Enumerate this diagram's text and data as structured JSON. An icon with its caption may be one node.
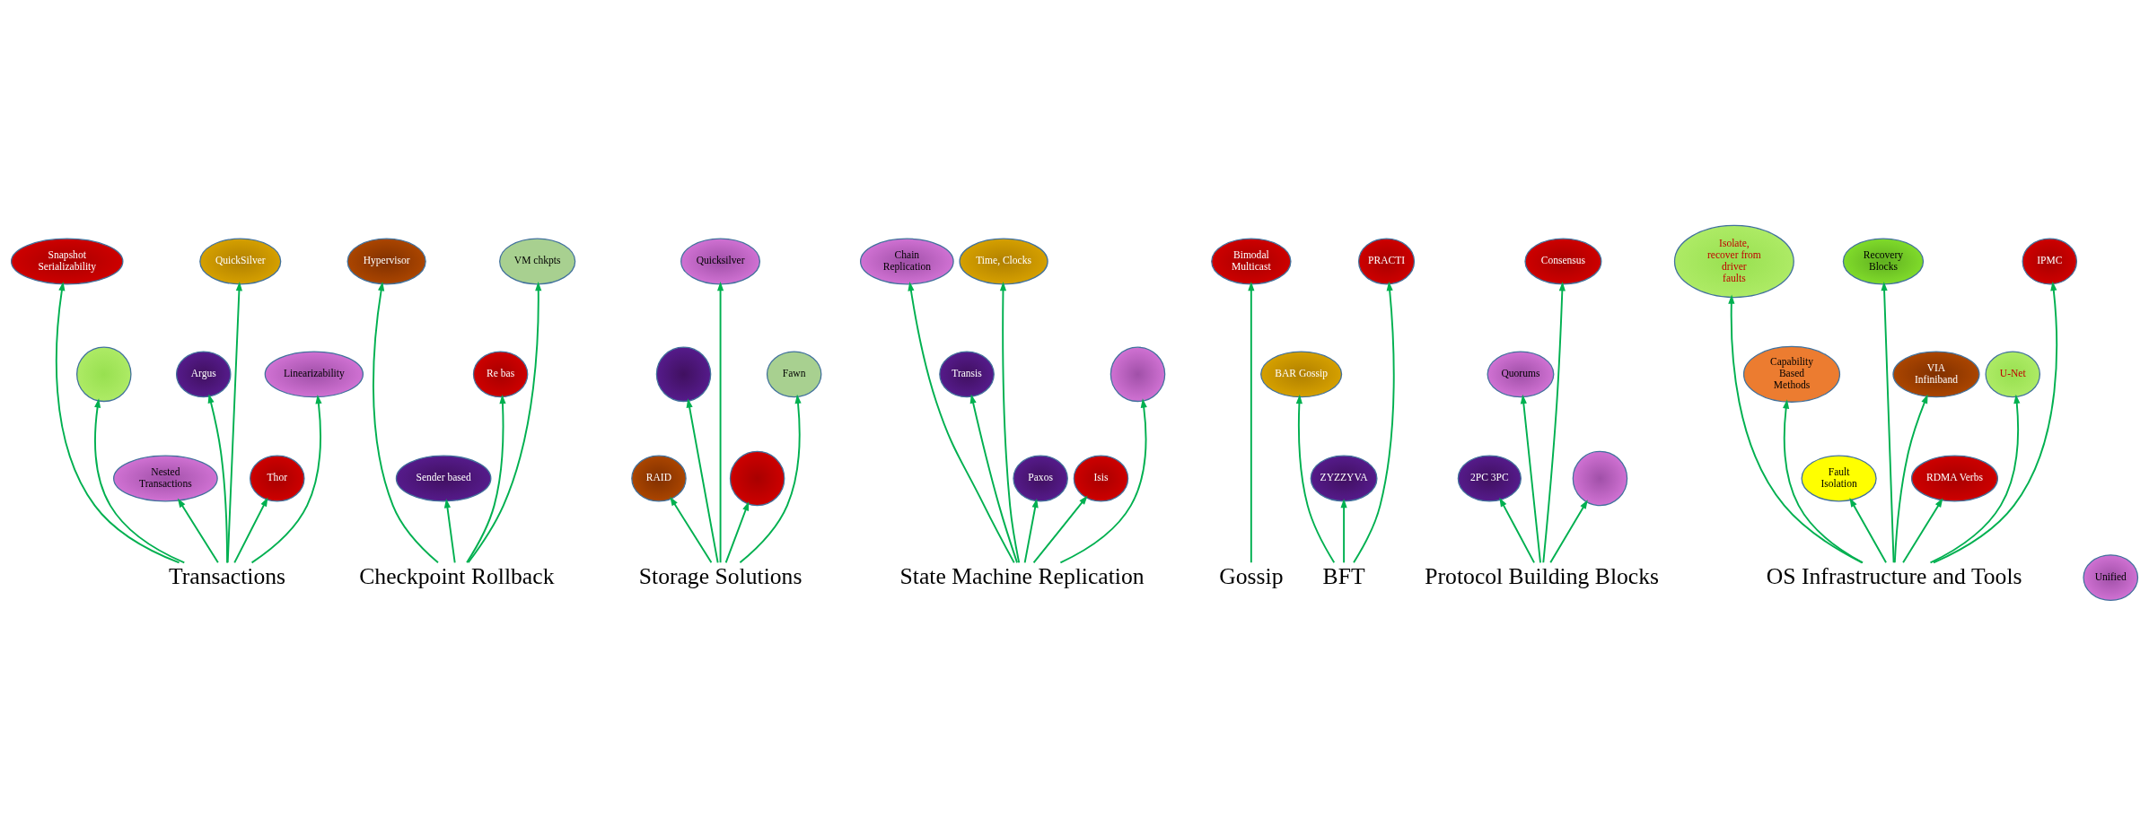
{
  "diagram": {
    "nodes": [
      {
        "text": [
          "Transactions"
        ]
      },
      {
        "text": [
          "Checkpoint Rollback"
        ]
      },
      {
        "text": [
          "Storage Solutions"
        ]
      },
      {
        "text": [
          "State Machine Replication"
        ]
      },
      {
        "text": [
          "Gossip"
        ]
      },
      {
        "text": [
          "BFT"
        ]
      },
      {
        "text": [
          "Protocol Building Blocks"
        ]
      },
      {
        "text": [
          "OS Infrastructure and Tools"
        ]
      },
      {
        "text": [
          "Snapshot Serializability"
        ]
      },
      {
        "text": [],
        "shape": "circle"
      },
      {
        "text": [
          "Nested Transactions"
        ]
      },
      {
        "text": [
          "Argus"
        ]
      },
      {
        "text": [
          "QuickSilver"
        ]
      },
      {
        "text": [
          "Hypervisor"
        ]
      },
      {
        "text": [
          "Thor"
        ]
      },
      {
        "text": [
          "Linearizability"
        ]
      },
      {
        "text": [
          "Sender based"
        ]
      },
      {
        "text": [
          "Unified"
        ]
      },
      {
        "text": [
          "RAID"
        ]
      },
      {
        "text": [
          "Re bas"
        ]
      },
      {
        "text": [],
        "shape": "circle"
      },
      {
        "text": [
          "VM chkpts"
        ]
      },
      {
        "text": [
          "Quicksilver"
        ]
      },
      {
        "text": [],
        "shape": "circle"
      },
      {
        "text": [
          "Fawn"
        ]
      },
      {
        "text": [
          "Chain Replication"
        ]
      },
      {
        "text": [
          "Isolate, recover from driver faults"
        ]
      },
      {
        "text": [
          "Transis"
        ]
      },
      {
        "text": [
          "Time, Clocks"
        ]
      },
      {
        "text": [
          "Paxos"
        ]
      },
      {
        "text": [
          "Isis"
        ]
      },
      {
        "text": [],
        "shape": "circle"
      },
      {
        "text": [
          "Bimodal Multicast"
        ]
      },
      {
        "text": [
          "BAR Gossip"
        ]
      },
      {
        "text": [
          "ZYZZYVA"
        ]
      },
      {
        "text": [
          "PRACTI"
        ]
      },
      {
        "text": [
          "2PC 3PC"
        ]
      },
      {
        "text": [
          "Quorums"
        ]
      },
      {
        "text": [
          "Consensus"
        ]
      },
      {
        "text": [],
        "shape": "circle"
      },
      {
        "text": [
          "Capability Based Methods"
        ]
      },
      {
        "text": [
          "Fault Isolation"
        ]
      },
      {
        "text": [
          "Recovery Blocks"
        ]
      },
      {
        "text": [
          "VIA Infiniband"
        ]
      },
      {
        "text": [
          "RDMA Verbs"
        ]
      },
      {
        "text": [
          "U-Net"
        ]
      },
      {
        "text": [
          "IPMC"
        ]
      }
    ],
    "edges": [
      {
        "from": 0,
        "to": 9,
        "arrow": "to"
      },
      {
        "from": 0,
        "to": 8,
        "arrow": "to"
      },
      {
        "from": 0,
        "to": 10,
        "arrow": "to"
      },
      {
        "from": 0,
        "to": 11,
        "arrow": "to"
      },
      {
        "from": 0,
        "to": 12,
        "arrow": "to"
      },
      {
        "from": 0,
        "to": 14,
        "arrow": "to"
      },
      {
        "from": 0,
        "to": 15,
        "arrow": "to"
      },
      {
        "from": 1,
        "to": 13,
        "arrow": "to"
      },
      {
        "from": 1,
        "to": 16,
        "arrow": "to"
      },
      {
        "from": 1,
        "to": 19,
        "arrow": "to"
      },
      {
        "from": 1,
        "to": 21,
        "arrow": "to"
      },
      {
        "from": 2,
        "to": 18,
        "arrow": "to"
      },
      {
        "from": 2,
        "to": 20,
        "arrow": "to"
      },
      {
        "from": 2,
        "to": 22,
        "arrow": "to"
      },
      {
        "from": 2,
        "to": 23,
        "arrow": "to"
      },
      {
        "from": 2,
        "to": 24,
        "arrow": "to"
      },
      {
        "from": 3,
        "to": 25,
        "arrow": "to"
      },
      {
        "from": 3,
        "to": 29,
        "arrow": "to"
      },
      {
        "from": 3,
        "to": 27,
        "arrow": "to"
      },
      {
        "from": 3,
        "to": 28,
        "arrow": "to"
      },
      {
        "from": 3,
        "to": 30,
        "arrow": "to"
      },
      {
        "from": 3,
        "to": 31,
        "arrow": "to"
      },
      {
        "from": 4,
        "to": 32,
        "arrow": "to"
      },
      {
        "from": 5,
        "to": 34,
        "arrow": "to"
      },
      {
        "from": 5,
        "to": 33,
        "arrow": "to"
      },
      {
        "from": 5,
        "to": 35,
        "arrow": "to"
      },
      {
        "from": 6,
        "to": 36,
        "arrow": "to"
      },
      {
        "from": 6,
        "to": 37,
        "arrow": "to"
      },
      {
        "from": 6,
        "to": 38,
        "arrow": "to"
      },
      {
        "from": 6,
        "to": 39,
        "arrow": "to"
      },
      {
        "from": 7,
        "to": 40,
        "arrow": "to"
      },
      {
        "from": 7,
        "to": 42,
        "arrow": "to"
      },
      {
        "from": 7,
        "to": 41,
        "arrow": "to"
      },
      {
        "from": 7,
        "to": 43,
        "arrow": "to"
      },
      {
        "from": 7,
        "to": 26,
        "arrow": "to"
      },
      {
        "from": 7,
        "to": 44,
        "arrow": "to"
      },
      {
        "from": 7,
        "to": 45,
        "arrow": "to"
      },
      {
        "from": 7,
        "to": 46,
        "arrow": "to"
      }
    ]
  }
}
